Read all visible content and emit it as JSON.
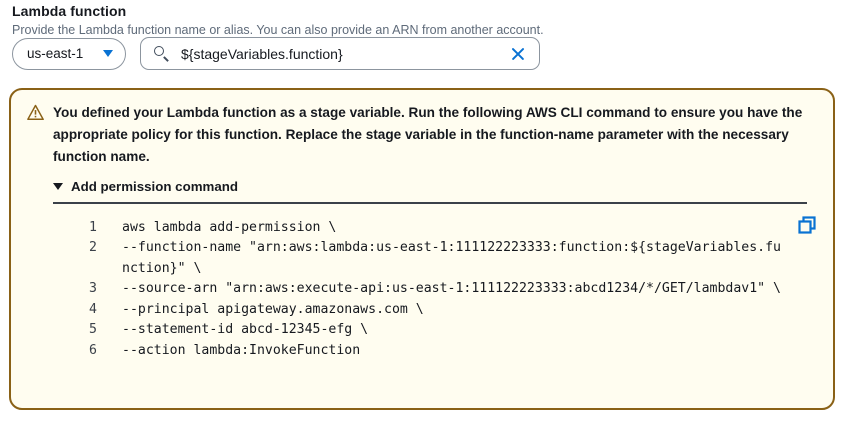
{
  "field": {
    "title": "Lambda function",
    "description": "Provide the Lambda function name or alias. You can also provide an ARN from another account."
  },
  "region_select": {
    "value": "us-east-1",
    "icon": "chevron-down-icon",
    "accent": "#0972d3"
  },
  "search": {
    "icon": "search-icon",
    "value": "${stageVariables.function}",
    "placeholder": "",
    "clear_icon": "close-icon"
  },
  "alert": {
    "type": "warning",
    "icon": "warning-triangle-icon",
    "border_color": "#8a6116",
    "background_color": "#fffdf0",
    "message": "You defined your Lambda function as a stage variable. Run the following AWS CLI command to ensure you have the appropriate policy for this function. Replace the stage variable in the function-name parameter with the necessary function name.",
    "expander": {
      "label": "Add permission command",
      "icon": "triangle-down-icon",
      "expanded": true
    },
    "copy_icon": "copy-icon",
    "code": [
      {
        "number": "1",
        "text": "aws lambda add-permission \\"
      },
      {
        "number": "2",
        "text": "--function-name \"arn:aws:lambda:us-east-1:111122223333:function:${stageVariables.function}\" \\"
      },
      {
        "number": "3",
        "text": "--source-arn \"arn:aws:execute-api:us-east-1:111122223333:abcd1234/*/GET/lambdav1\" \\"
      },
      {
        "number": "4",
        "text": "--principal apigateway.amazonaws.com \\"
      },
      {
        "number": "5",
        "text": "--statement-id abcd-12345-efg \\"
      },
      {
        "number": "6",
        "text": "--action lambda:InvokeFunction"
      }
    ]
  }
}
